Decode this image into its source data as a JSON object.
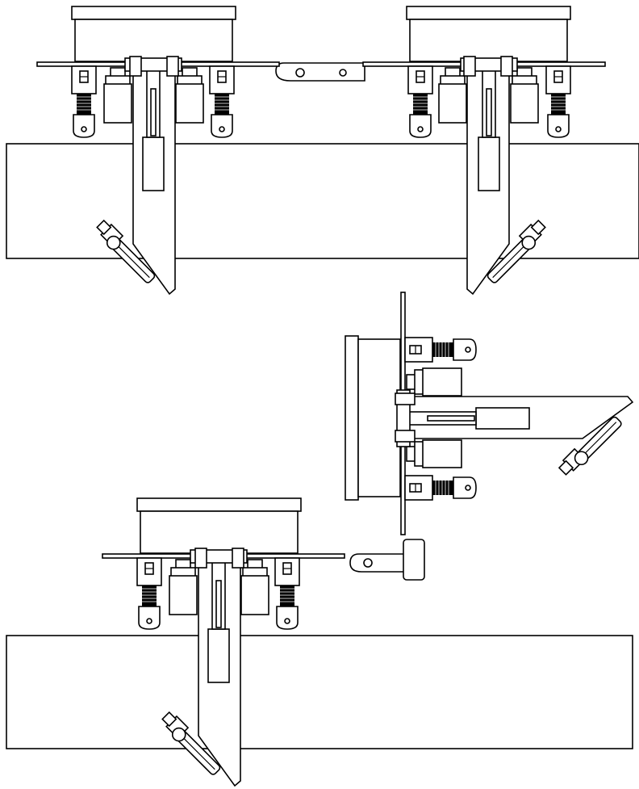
{
  "colors": {
    "stroke": "#000000",
    "background": "#ffffff"
  },
  "assemblies": [
    {
      "id": "top-left",
      "orientation": "vertical"
    },
    {
      "id": "top-right",
      "orientation": "vertical-mirrored"
    },
    {
      "id": "bottom",
      "orientation": "vertical"
    },
    {
      "id": "side",
      "orientation": "horizontal"
    }
  ]
}
